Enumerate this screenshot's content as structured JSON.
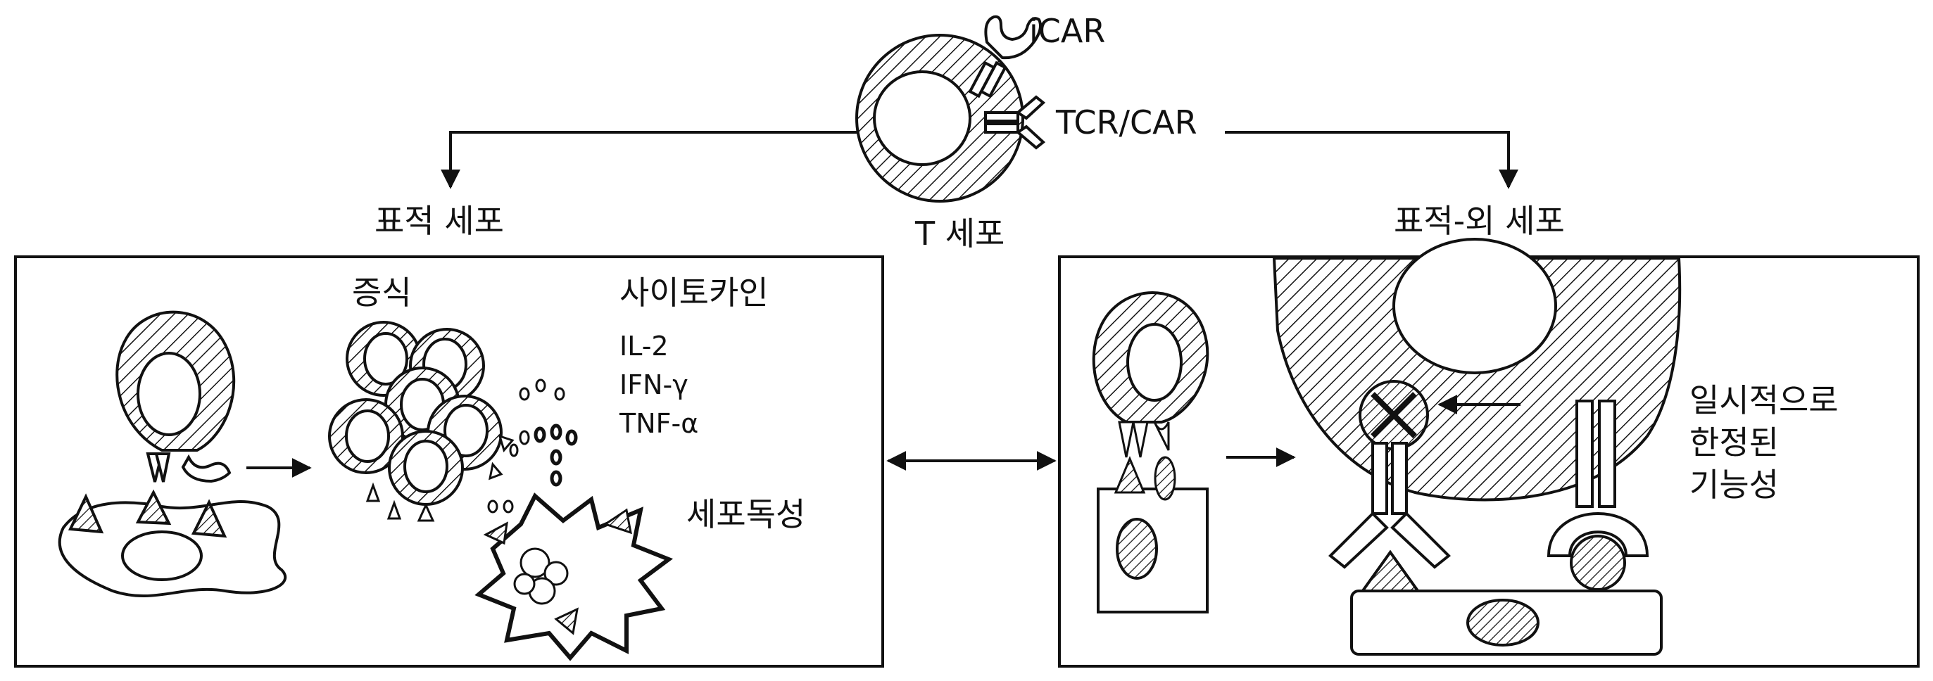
{
  "top": {
    "icar_label": "iCAR",
    "tcr_label": "TCR/CAR",
    "tcell_label": "T 세포"
  },
  "left_panel": {
    "heading": "표적 세포",
    "proliferation_label": "증식",
    "cytokine_label": "사이토카인",
    "cytokines": [
      "IL-2",
      "IFN-γ",
      "TNF-α"
    ],
    "cytotoxicity_label": "세포독성"
  },
  "right_panel": {
    "heading": "표적-외 세포",
    "note_lines": [
      "일시적으로",
      "한정된",
      "기능성"
    ]
  },
  "colors": {
    "ink": "#111111",
    "background": "#ffffff"
  }
}
